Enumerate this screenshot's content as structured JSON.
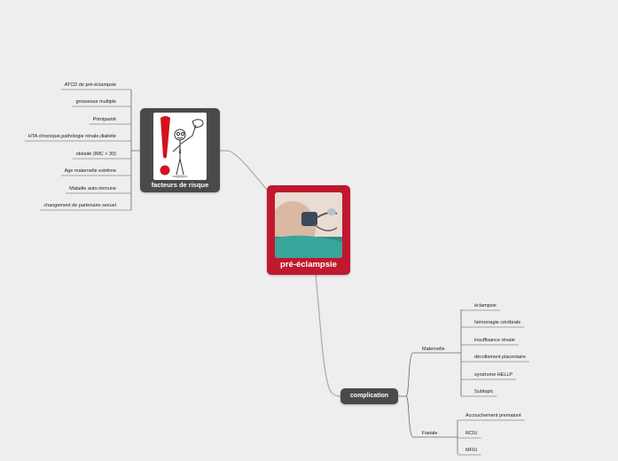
{
  "central": {
    "label": "pré-éclampsie"
  },
  "risk_factors": {
    "label": "facteurs de risque",
    "items": [
      "ATCD de pré-éclampsie",
      "grossesse multiple",
      "Primiparité",
      "HTA chronique,pathologie rénale,diabète",
      "obésité (IMC > 30)",
      "Age maternelle extrême",
      "Maladie auto-immune",
      "changement de partenaire sexuel"
    ]
  },
  "complication": {
    "label": "complication",
    "maternelle": {
      "label": "Maternelle",
      "items": [
        "éclampsie",
        "hémorragie cérébrale",
        "insuffisance rénale",
        "décollement placentaire",
        "syndrome HELLP",
        "Subtopic"
      ]
    },
    "foetale": {
      "label": "Fœtale",
      "items": [
        "Accouchement prematuré",
        "RCIU",
        "MFIU"
      ]
    }
  },
  "colors": {
    "background": "#eeeeee",
    "central": "#c0182e",
    "topic": "#4a4a4a",
    "line": "#9a9a9a"
  }
}
